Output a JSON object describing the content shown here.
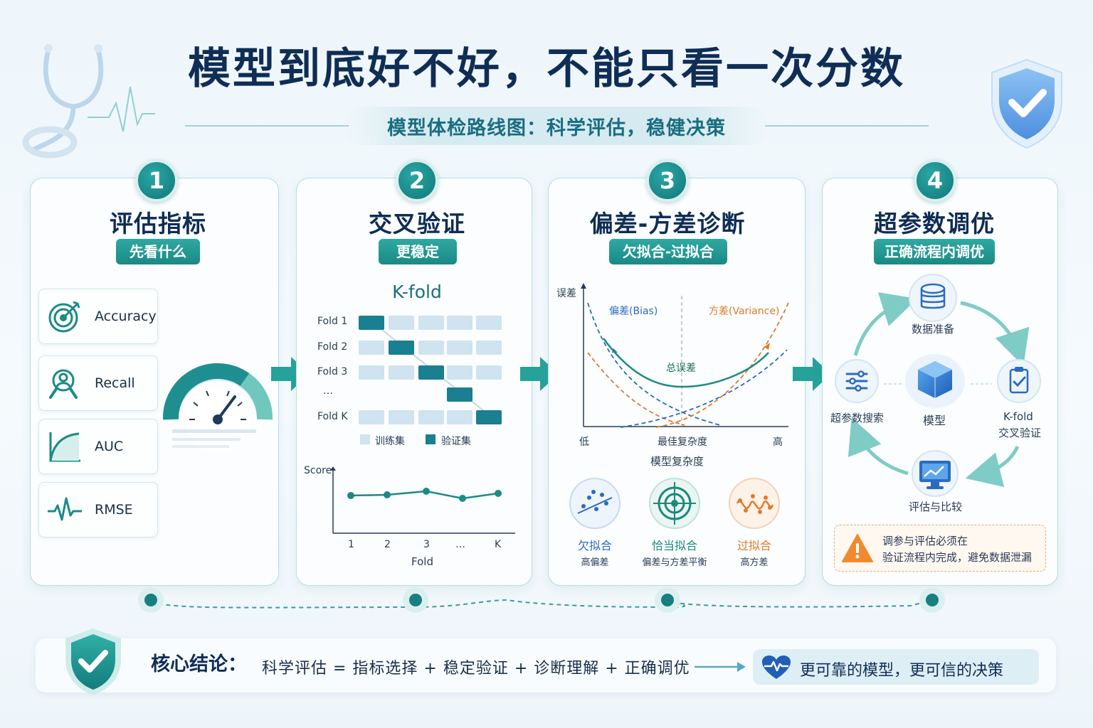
{
  "header": {
    "title": "模型到底好不好，不能只看一次分数",
    "subtitle": "模型体检路线图：科学评估，稳健决策"
  },
  "steps": [
    {
      "number": "1",
      "title": "评估指标",
      "tag": "先看什么"
    },
    {
      "number": "2",
      "title": "交叉验证",
      "tag": "更稳定"
    },
    {
      "number": "3",
      "title": "偏差-方差诊断",
      "tag": "欠拟合-过拟合"
    },
    {
      "number": "4",
      "title": "超参数调优",
      "tag": "正确流程内调优"
    }
  ],
  "metrics": [
    {
      "label": "Accuracy",
      "icon": "target-icon"
    },
    {
      "label": "Recall",
      "icon": "person-search-icon"
    },
    {
      "label": "AUC",
      "icon": "auc-curve-icon"
    },
    {
      "label": "RMSE",
      "icon": "pulse-icon"
    }
  ],
  "kfold": {
    "title": "K-fold",
    "folds": [
      "Fold 1",
      "Fold 2",
      "Fold 3",
      "…",
      "Fold K"
    ],
    "legend_train": "训练集",
    "legend_val": "验证集",
    "score_axis": "Score",
    "x_axis": "Fold",
    "x_ticks": [
      "1",
      "2",
      "3",
      "…",
      "K"
    ]
  },
  "bias_variance": {
    "y_axis": "误差",
    "bias_label": "偏差(Bias)",
    "variance_label": "方差(Variance)",
    "total_label": "总误差",
    "x_low": "低",
    "x_opt": "最佳复杂度",
    "x_high": "高",
    "x_axis": "模型复杂度",
    "fits": [
      {
        "name": "欠拟合",
        "desc": "高偏差",
        "color": "#2a6bc0"
      },
      {
        "name": "恰当拟合",
        "desc": "偏差与方差平衡",
        "color": "#1b8a7a"
      },
      {
        "name": "过拟合",
        "desc": "高方差",
        "color": "#e07a2a"
      }
    ]
  },
  "tuning": {
    "nodes": {
      "data": "数据准备",
      "model": "模型",
      "search": "超参数搜索",
      "kfold_line1": "K-fold",
      "kfold_line2": "交叉验证",
      "compare": "评估与比较"
    },
    "warning_line1": "调参与评估必须在",
    "warning_line2": "验证流程内完成，避免数据泄漏"
  },
  "footer": {
    "label": "核心结论：",
    "formula": "科学评估 = 指标选择 + 稳定验证 + 诊断理解 + 正确调优",
    "result": "更可靠的模型，更可信的决策"
  },
  "colors": {
    "teal": "#1b8a86",
    "navy": "#0f2d55",
    "bias_blue": "#2a6bc0",
    "variance_orange": "#e07a2a"
  }
}
